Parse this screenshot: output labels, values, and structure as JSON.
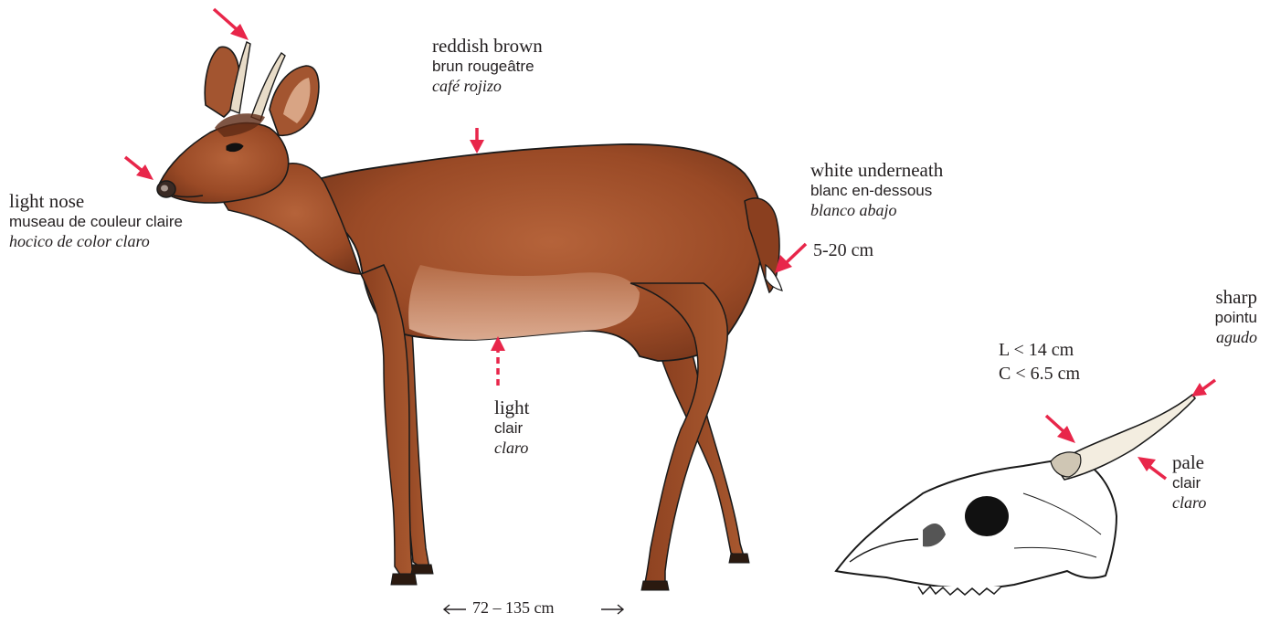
{
  "labels": {
    "nose": {
      "en": "light nose",
      "fr": "museau de couleur claire",
      "es": "hocico de color claro"
    },
    "back": {
      "en": "reddish brown",
      "fr": "brun rougeâtre",
      "es": "café rojizo"
    },
    "tail": {
      "en": "white underneath",
      "fr": "blanc en-dessous",
      "es": "blanco abajo"
    },
    "belly": {
      "en": "light",
      "fr": "clair",
      "es": "claro"
    },
    "antler_tip": {
      "en": "sharp",
      "fr": "pointu",
      "es": "agudo"
    },
    "antler_base": {
      "en": "pale",
      "fr": "clair",
      "es": "claro"
    }
  },
  "measurements": {
    "tail_length": "5-20 cm",
    "antler_length": "L < 14 cm",
    "antler_circumference": "C < 6.5 cm",
    "body_length": "72 – 135 cm"
  },
  "colors": {
    "arrow": "#e8264a",
    "coat": "#9a4a26",
    "belly": "#e2b39a",
    "outline": "#1a1a1a"
  }
}
